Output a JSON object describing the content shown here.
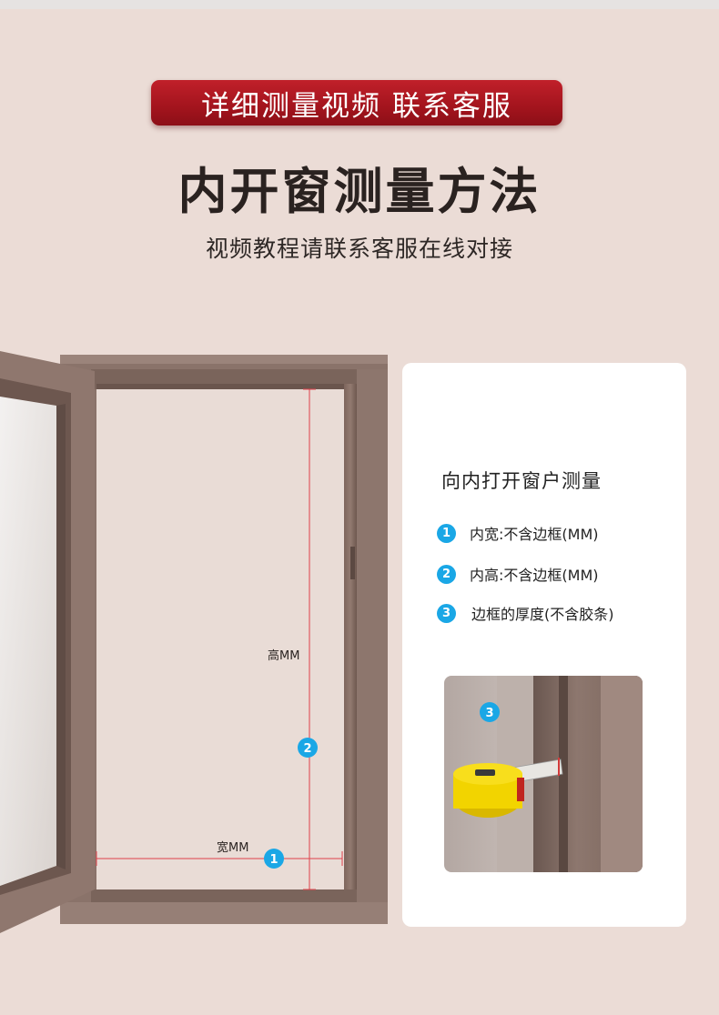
{
  "banner": {
    "text": "详细测量视频 联系客服"
  },
  "title": "内开窗测量方法",
  "subtitle": "视频教程请联系客服在线对接",
  "diagram": {
    "height_label": "高MM",
    "width_label": "宽MM",
    "badge_height": "2",
    "badge_width": "1"
  },
  "card": {
    "title": "向内打开窗户测量",
    "items": [
      {
        "num": "1",
        "text": "内宽:不含边框(MM)"
      },
      {
        "num": "2",
        "text": "内高:不含边框(MM)"
      },
      {
        "num": "3",
        "text": "边框的厚度(不含胶条)"
      }
    ],
    "photo_badge": "3"
  },
  "colors": {
    "background": "#ebdcd6",
    "banner": "#b0171f",
    "frame": "#866f66",
    "badge": "#1aa7e6",
    "measure_line": "#e0404a",
    "tape_yellow": "#f2d400"
  }
}
